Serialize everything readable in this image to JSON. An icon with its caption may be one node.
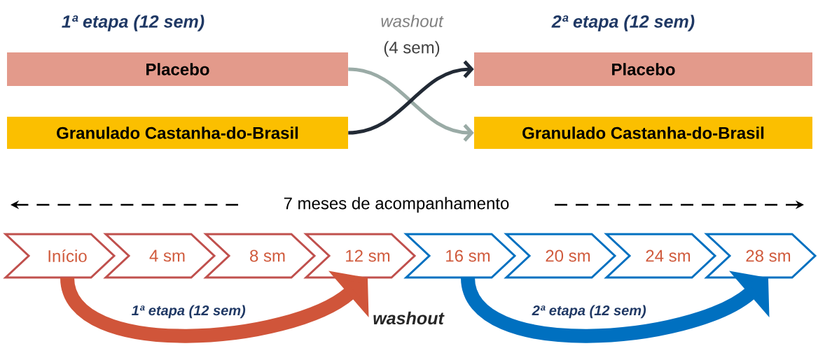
{
  "diagram": {
    "nodes": [
      {
        "text": [
          "Placebo"
        ]
      },
      {
        "text": [
          "Granulado Castanha-do-Brasil"
        ]
      },
      {
        "text": [
          "Placebo"
        ]
      },
      {
        "text": [
          "Granulado Castanha-do-Brasil"
        ]
      },
      {
        "text": [
          "Início"
        ]
      },
      {
        "text": [
          "4 sm"
        ]
      },
      {
        "text": [
          "8 sm"
        ]
      },
      {
        "text": [
          "12 sm"
        ]
      },
      {
        "text": [
          "16 sm"
        ]
      },
      {
        "text": [
          "20 sm"
        ]
      },
      {
        "text": [
          "24 sm"
        ]
      },
      {
        "text": [
          "28 sm"
        ]
      }
    ],
    "edges": [
      {
        "from": 0,
        "to": 3,
        "arrow": "to",
        "color": "#9aaba6"
      },
      {
        "from": 1,
        "to": 2,
        "arrow": "to",
        "color": "#222a35"
      },
      {
        "from": 4,
        "to": 7,
        "arrow": "to",
        "style": "thick",
        "color": "#d0553a",
        "label": "1ª etapa (12 sem)"
      },
      {
        "from": 8,
        "to": 11,
        "arrow": "to",
        "style": "thick",
        "color": "#0070c0",
        "label": "2ª etapa (12 sem)"
      }
    ],
    "labels": [
      "1ª etapa (12 sem)",
      "washout",
      "(4 sem)",
      "2ª etapa (12 sem)",
      "7 meses de acompanhamento",
      "washout"
    ]
  }
}
